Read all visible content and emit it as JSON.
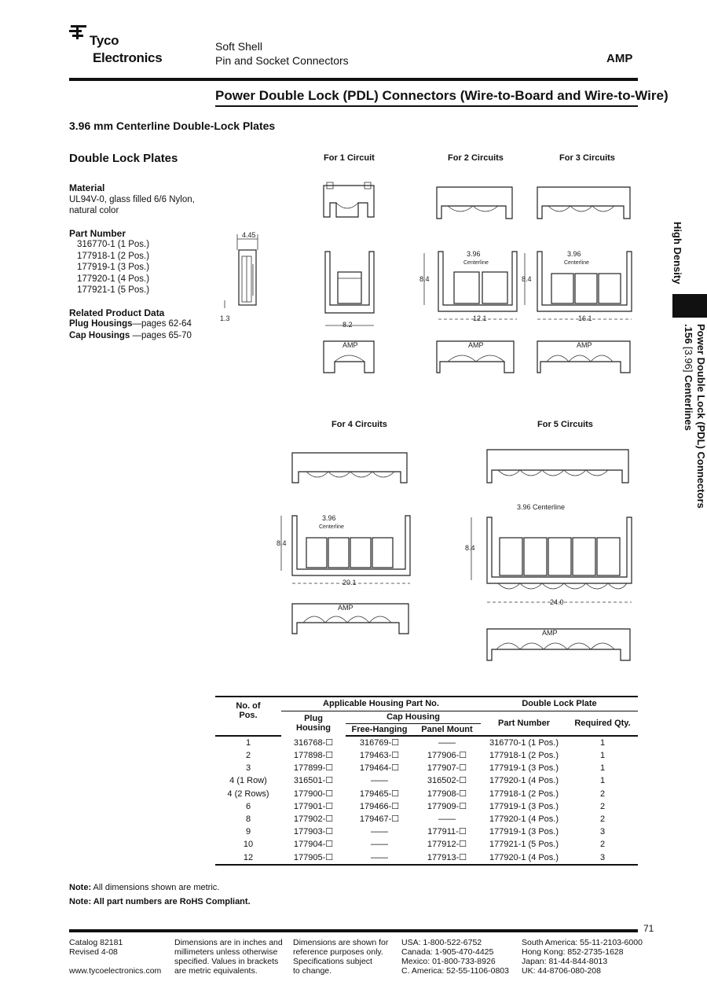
{
  "header": {
    "company_line1": "Tyco",
    "company_line2": "Electronics",
    "subtitle_line1": "Soft Shell",
    "subtitle_line2": "Pin and Socket Connectors",
    "brand": "AMP",
    "title": "Power Double Lock (PDL) Connectors (Wire-to-Board and Wire-to-Wire)"
  },
  "section_title": "3.96 mm Centerline Double-Lock Plates",
  "subheading": "Double Lock Plates",
  "material": {
    "label": "Material",
    "line1": "UL94V-0, glass filled 6/6 Nylon,",
    "line2": "natural color"
  },
  "part_number": {
    "label": "Part Number",
    "items": [
      "316770-1 (1 Pos.)",
      "177918-1 (2 Pos.)",
      "177919-1 (3 Pos.)",
      "177920-1 (4 Pos.)",
      "177921-1 (5 Pos.)"
    ]
  },
  "related": {
    "label": "Related Product Data",
    "plug_label": "Plug Housings",
    "plug_pages": "—pages 62-64",
    "cap_label": "Cap Housings",
    "cap_pages": " —pages 65-70"
  },
  "figures": {
    "c1": "For 1 Circuit",
    "c2": "For 2 Circuits",
    "c3": "For 3 Circuits",
    "c4": "For 4 Circuits",
    "c5": "For 5 Circuits",
    "dim_445": "4.45",
    "dim_13": "1.3",
    "dim_82": "8.2",
    "dim_84": "8.4",
    "dim_396": "3.96",
    "centerline": "Centerline",
    "dim_396_cl": "3.96 Centerline",
    "dim_121": "12.1",
    "dim_161": "16.1",
    "dim_201": "20.1",
    "dim_240": "24.0",
    "amp_mark": "AMP"
  },
  "side_tab": {
    "high_density": "High Density",
    "line1": "Power Double Lock (PDL) Connectors",
    "line2_bold": ".156",
    "line2_mid": " [3.96] ",
    "line2_end": "Centerlines"
  },
  "table": {
    "h_no_of": "No. of",
    "h_pos": "Pos.",
    "h_applicable": "Applicable Housing Part No.",
    "h_double_lock": "Double Lock Plate",
    "h_plug": "Plug",
    "h_housing": "Housing",
    "h_cap": "Cap Housing",
    "h_free": "Free-Hanging",
    "h_panel": "Panel Mount",
    "h_partno": "Part Number",
    "h_qty": "Required Qty.",
    "rows": [
      [
        "1",
        "316768-☐",
        "316769-☐",
        "——",
        "316770-1 (1 Pos.)",
        "1"
      ],
      [
        "2",
        "177898-☐",
        "179463-☐",
        "177906-☐",
        "177918-1 (2 Pos.)",
        "1"
      ],
      [
        "3",
        "177899-☐",
        "179464-☐",
        "177907-☐",
        "177919-1 (3 Pos.)",
        "1"
      ],
      [
        "4 (1 Row)",
        "316501-☐",
        "——",
        "316502-☐",
        "177920-1 (4 Pos.)",
        "1"
      ],
      [
        "4 (2 Rows)",
        "177900-☐",
        "179465-☐",
        "177908-☐",
        "177918-1 (2 Pos.)",
        "2"
      ],
      [
        "6",
        "177901-☐",
        "179466-☐",
        "177909-☐",
        "177919-1 (3 Pos.)",
        "2"
      ],
      [
        "8",
        "177902-☐",
        "179467-☐",
        "——",
        "177920-1 (4 Pos.)",
        "2"
      ],
      [
        "9",
        "177903-☐",
        "——",
        "177911-☐",
        "177919-1 (3 Pos.)",
        "3"
      ],
      [
        "10",
        "177904-☐",
        "——",
        "177912-☐",
        "177921-1 (5 Pos.)",
        "2"
      ],
      [
        "12",
        "177905-☐",
        "——",
        "177913-☐",
        "177920-1 (4 Pos.)",
        "3"
      ]
    ]
  },
  "notes": {
    "n1_label": "Note:",
    "n1_text": " All dimensions shown are metric.",
    "n2": "Note: All part numbers are RoHS Compliant."
  },
  "page_number": "71",
  "footer": {
    "col1": [
      "Catalog 82181",
      "Revised 4-08",
      "",
      "www.tycoelectronics.com"
    ],
    "col2": [
      "Dimensions are in inches and",
      "millimeters unless otherwise",
      "specified. Values in brackets",
      "are metric equivalents."
    ],
    "col3": [
      "Dimensions are shown for",
      "reference purposes only.",
      "Specifications subject",
      "to change."
    ],
    "col4": [
      "USA: 1-800-522-6752",
      "Canada: 1-905-470-4425",
      "Mexico: 01-800-733-8926",
      "C. America: 52-55-1106-0803"
    ],
    "col5": [
      "South America: 55-11-2103-6000",
      "Hong Kong: 852-2735-1628",
      "Japan: 81-44-844-8013",
      "UK: 44-8706-080-208"
    ]
  }
}
